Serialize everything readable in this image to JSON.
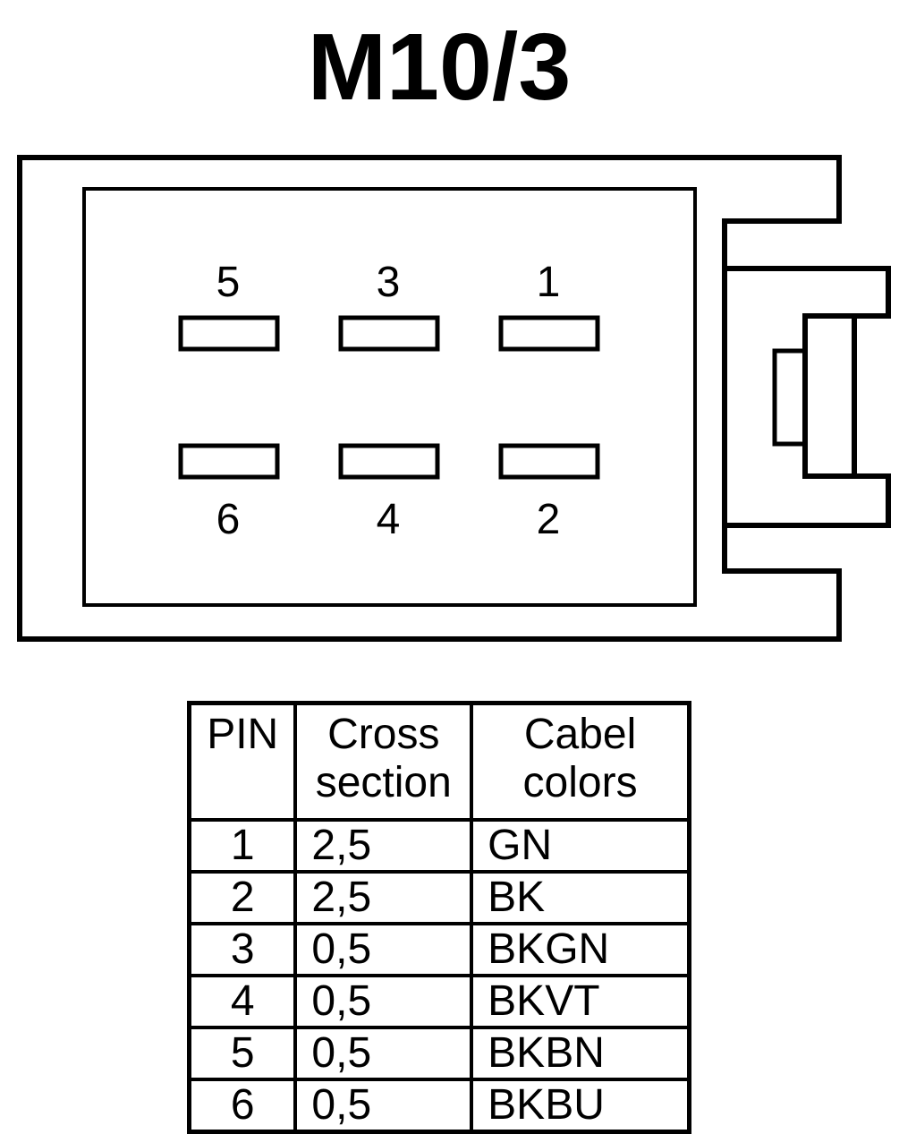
{
  "title": "M10/3",
  "pin_labels": {
    "top": [
      "5",
      "3",
      "1"
    ],
    "bottom": [
      "6",
      "4",
      "2"
    ]
  },
  "table": {
    "headers": {
      "pin": "PIN",
      "cross_section": [
        "Cross",
        "section"
      ],
      "cable_colors": [
        "Cabel",
        "colors"
      ]
    },
    "rows": [
      {
        "pin": "1",
        "cross_section": "2,5",
        "color": "GN"
      },
      {
        "pin": "2",
        "cross_section": "2,5",
        "color": "BK"
      },
      {
        "pin": "3",
        "cross_section": "0,5",
        "color": "BKGN"
      },
      {
        "pin": "4",
        "cross_section": "0,5",
        "color": "BKVT"
      },
      {
        "pin": "5",
        "cross_section": "0,5",
        "color": "BKBN"
      },
      {
        "pin": "6",
        "cross_section": "0,5",
        "color": "BKBU"
      }
    ]
  }
}
